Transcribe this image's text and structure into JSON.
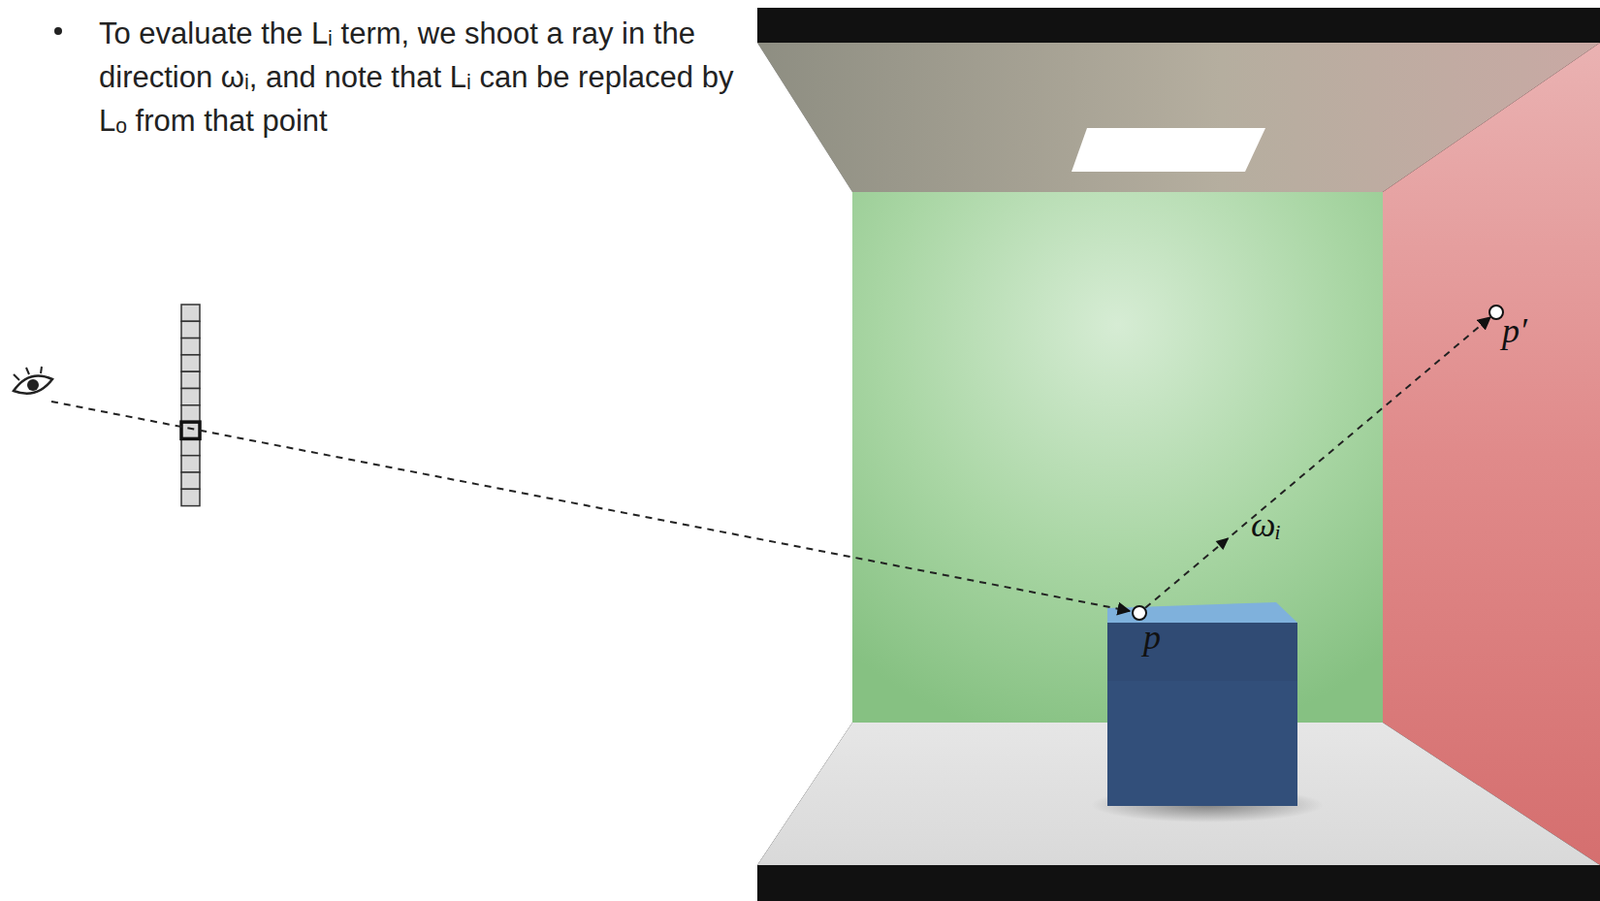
{
  "diagram": {
    "nodes": [
      {
        "text": [
          "p"
        ]
      },
      {
        "text": [
          "p′"
        ]
      }
    ],
    "edges": [
      {
        "from": 0,
        "to": 1,
        "arrow": "to",
        "label": "ωᵢ"
      }
    ],
    "labels": [
      "To evaluate the Lᵢ term, we shoot a ray in the direction ωᵢ, and note that Lᵢ can be replaced by Lₒ from that point"
    ]
  }
}
